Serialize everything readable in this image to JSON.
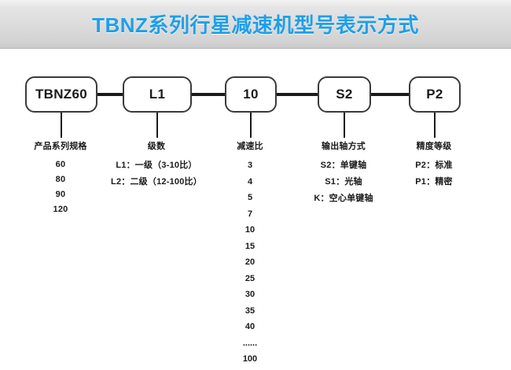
{
  "header": {
    "title": "TBNZ系列行星减速机型号表示方式"
  },
  "diagram": {
    "nodes": [
      {
        "label": "TBNZ60"
      },
      {
        "label": "L1"
      },
      {
        "label": "10"
      },
      {
        "label": "S2"
      },
      {
        "label": "P2"
      }
    ],
    "columns": [
      {
        "title": "产品系列规格",
        "items": [
          "60",
          "80",
          "90",
          "120"
        ]
      },
      {
        "title": "级数",
        "items": [
          "L1：一级（3-10比）",
          "L2：二级（12-100比）"
        ]
      },
      {
        "title": "减速比",
        "items": [
          "3",
          "4",
          "5",
          "7",
          "10",
          "15",
          "20",
          "25",
          "30",
          "35",
          "40",
          "......",
          "100"
        ]
      },
      {
        "title": "输出轴方式",
        "items": [
          "S2：单键轴",
          "S1：光轴",
          "K：空心单键轴"
        ]
      },
      {
        "title": "精度等级",
        "items": [
          "P2：标准",
          "P1：精密"
        ]
      }
    ]
  },
  "colors": {
    "title_blue": "#1f9fe8",
    "line_black": "#1a1a1a",
    "banner_gray": "#dcdcdc"
  }
}
